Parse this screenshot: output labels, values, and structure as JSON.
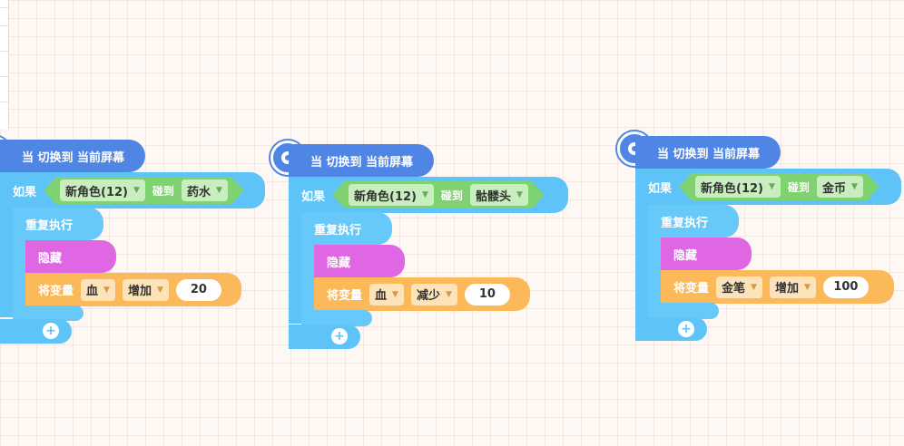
{
  "scripts": [
    {
      "hat_label": "当 切换到 当前屏幕",
      "if_label": "如果",
      "condition": {
        "sprite": "新角色(12)",
        "touch_label": "碰到",
        "target": "药水"
      },
      "loop_label": "重复执行",
      "hide_label": "隐藏",
      "change_var": {
        "label": "将变量",
        "variable": "血",
        "operation": "增加",
        "value": "20"
      },
      "add_label": "+"
    },
    {
      "hat_label": "当 切换到 当前屏幕",
      "if_label": "如果",
      "condition": {
        "sprite": "新角色(12)",
        "touch_label": "碰到",
        "target": "骷髅头"
      },
      "loop_label": "重复执行",
      "hide_label": "隐藏",
      "change_var": {
        "label": "将变量",
        "variable": "血",
        "operation": "减少",
        "value": "10"
      },
      "add_label": "+"
    },
    {
      "hat_label": "当 切换到 当前屏幕",
      "if_label": "如果",
      "condition": {
        "sprite": "新角色(12)",
        "touch_label": "碰到",
        "target": "金币"
      },
      "loop_label": "重复执行",
      "hide_label": "隐藏",
      "change_var": {
        "label": "将变量",
        "variable": "金笔",
        "operation": "增加",
        "value": "100"
      },
      "add_label": "+"
    }
  ],
  "colors": {
    "hat": "#4f86e6",
    "control": "#5ec3f7",
    "sensing": "#7ed26f",
    "looks": "#e067e4",
    "variables": "#fbb95a"
  },
  "icons": {
    "hat": "screen-switch-icon",
    "dropdown": "chevron-down-icon",
    "add": "plus-icon"
  }
}
